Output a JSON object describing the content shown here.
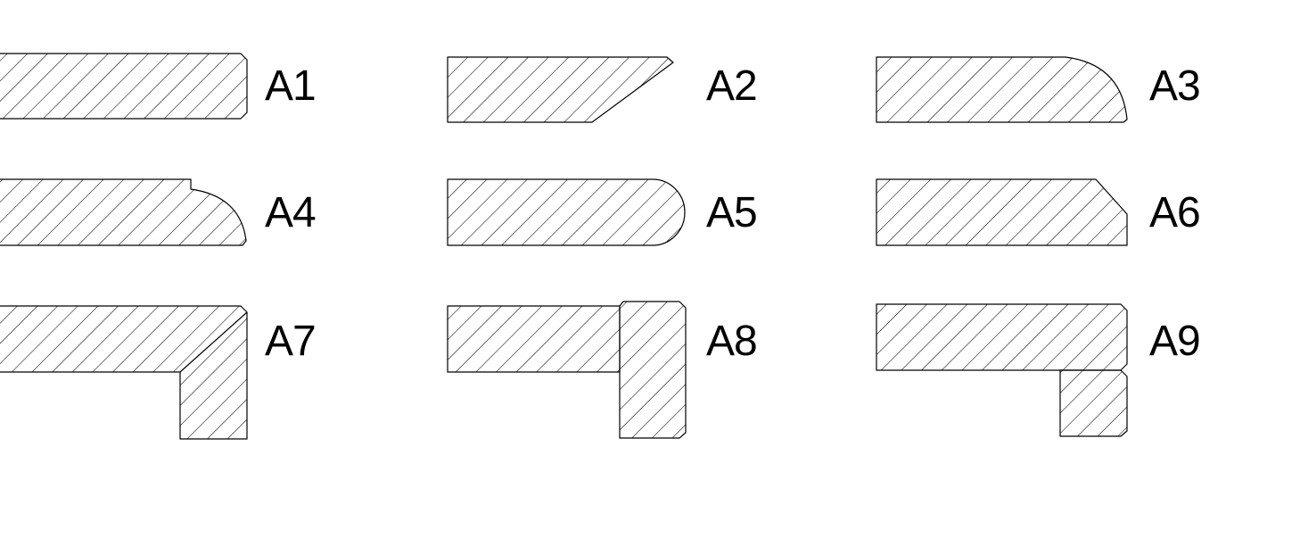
{
  "colors": {
    "background": "#ffffff",
    "line": "#000000"
  },
  "profiles": [
    {
      "id": "A1",
      "label": "A1"
    },
    {
      "id": "A2",
      "label": "A2"
    },
    {
      "id": "A3",
      "label": "A3"
    },
    {
      "id": "A4",
      "label": "A4"
    },
    {
      "id": "A5",
      "label": "A5"
    },
    {
      "id": "A6",
      "label": "A6"
    },
    {
      "id": "A7",
      "label": "A7"
    },
    {
      "id": "A8",
      "label": "A8"
    },
    {
      "id": "A9",
      "label": "A9"
    }
  ]
}
